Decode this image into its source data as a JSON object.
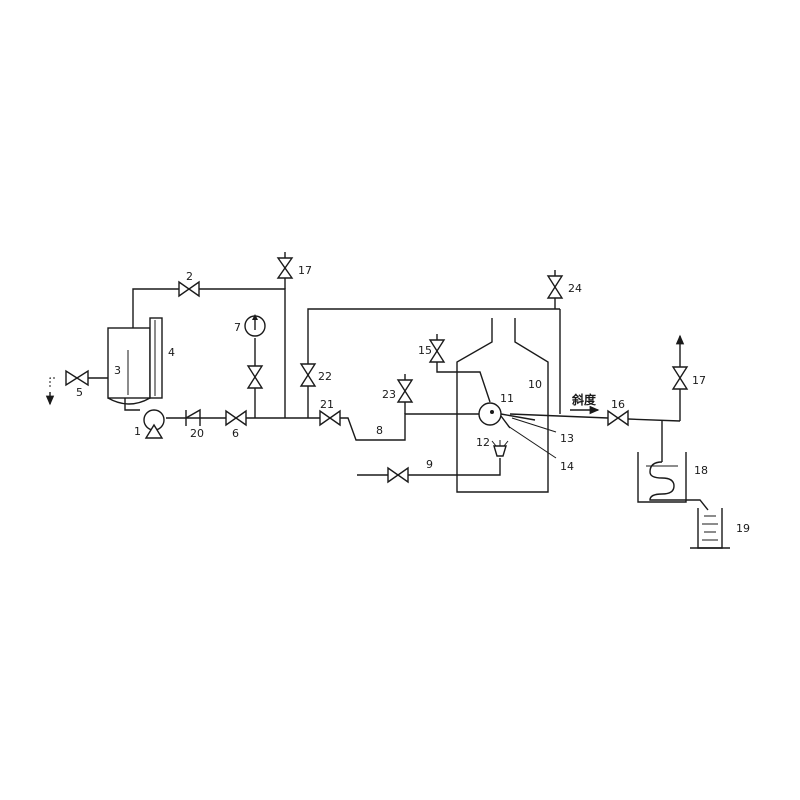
{
  "labels": {
    "l1": "1",
    "l2": "2",
    "l3": "3",
    "l4": "4",
    "l5": "5",
    "l6": "6",
    "l7": "7",
    "l8": "8",
    "l9": "9",
    "l10": "10",
    "l11": "11",
    "l12": "12",
    "l13": "13",
    "l14": "14",
    "l15": "15",
    "l16": "16",
    "l17a": "17",
    "l17b": "17",
    "l18": "18",
    "l19": "19",
    "l20": "20",
    "l21": "21",
    "l22": "22",
    "l23": "23",
    "l24": "24"
  },
  "annotation": {
    "slope": "斜度"
  }
}
